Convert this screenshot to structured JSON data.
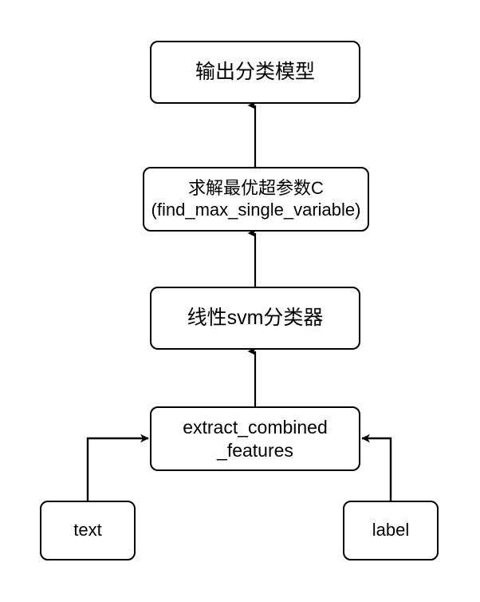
{
  "diagram": {
    "title": "SVM text classification pipeline flowchart",
    "background_color": "#ffffff",
    "stroke_color": "#000000",
    "node_fill": "#ffffff",
    "nodes": [
      {
        "id": "output-model",
        "name": "output-classification-model",
        "text": "输出分类模型",
        "shape": "rounded-rectangle"
      },
      {
        "id": "solve-c",
        "name": "solve-optimal-hyperparameter-c",
        "line1": "求解最优超参数C",
        "line2": "(find_max_single_variable)",
        "shape": "rounded-rectangle"
      },
      {
        "id": "linear-svm",
        "name": "linear-svm-classifier",
        "text": "线性svm分类器",
        "shape": "rounded-rectangle"
      },
      {
        "id": "extract-features",
        "name": "extract-combined-features",
        "line1": "extract_combined",
        "line2": "_features",
        "shape": "rounded-rectangle"
      },
      {
        "id": "text",
        "name": "text-input",
        "text": "text",
        "shape": "rounded-rectangle"
      },
      {
        "id": "label",
        "name": "label-input",
        "text": "label",
        "shape": "rounded-rectangle"
      }
    ],
    "edges": [
      {
        "from": "solve-c",
        "to": "output-model",
        "style": "straight-arrow-up"
      },
      {
        "from": "linear-svm",
        "to": "solve-c",
        "style": "straight-arrow-up"
      },
      {
        "from": "extract-features",
        "to": "linear-svm",
        "style": "straight-arrow-up"
      },
      {
        "from": "text",
        "to": "extract-features",
        "style": "elbow-arrow-right"
      },
      {
        "from": "label",
        "to": "extract-features",
        "style": "elbow-arrow-left"
      }
    ]
  }
}
